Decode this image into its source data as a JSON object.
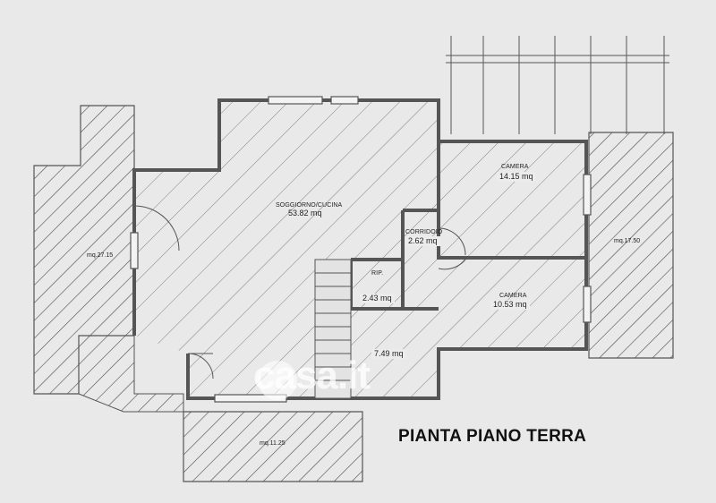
{
  "plan_title": "PIANTA PIANO TERRA",
  "watermark": "casa.it",
  "rooms": {
    "soggiorno": {
      "name": "SOGGIORNO/CUCINA",
      "area": "53.82 mq"
    },
    "camera1": {
      "name": "CAMERA",
      "area": "14.15 mq"
    },
    "corridoio": {
      "name": "CORRIDOIO",
      "area": "2.62 mq"
    },
    "rip": {
      "name": "RIP.",
      "area": "2.43 mq"
    },
    "camera2": {
      "name": "CAMERA",
      "area": "10.53 mq"
    },
    "bagno": {
      "area": "7.49 mq"
    }
  },
  "terraces": {
    "left": "mq.27.15",
    "right": "mq.17.50",
    "bottom": "mq.11.25"
  },
  "colors": {
    "wall": "#555555",
    "hatch": "#4a4a4a",
    "paper": "#e9e9e9"
  }
}
